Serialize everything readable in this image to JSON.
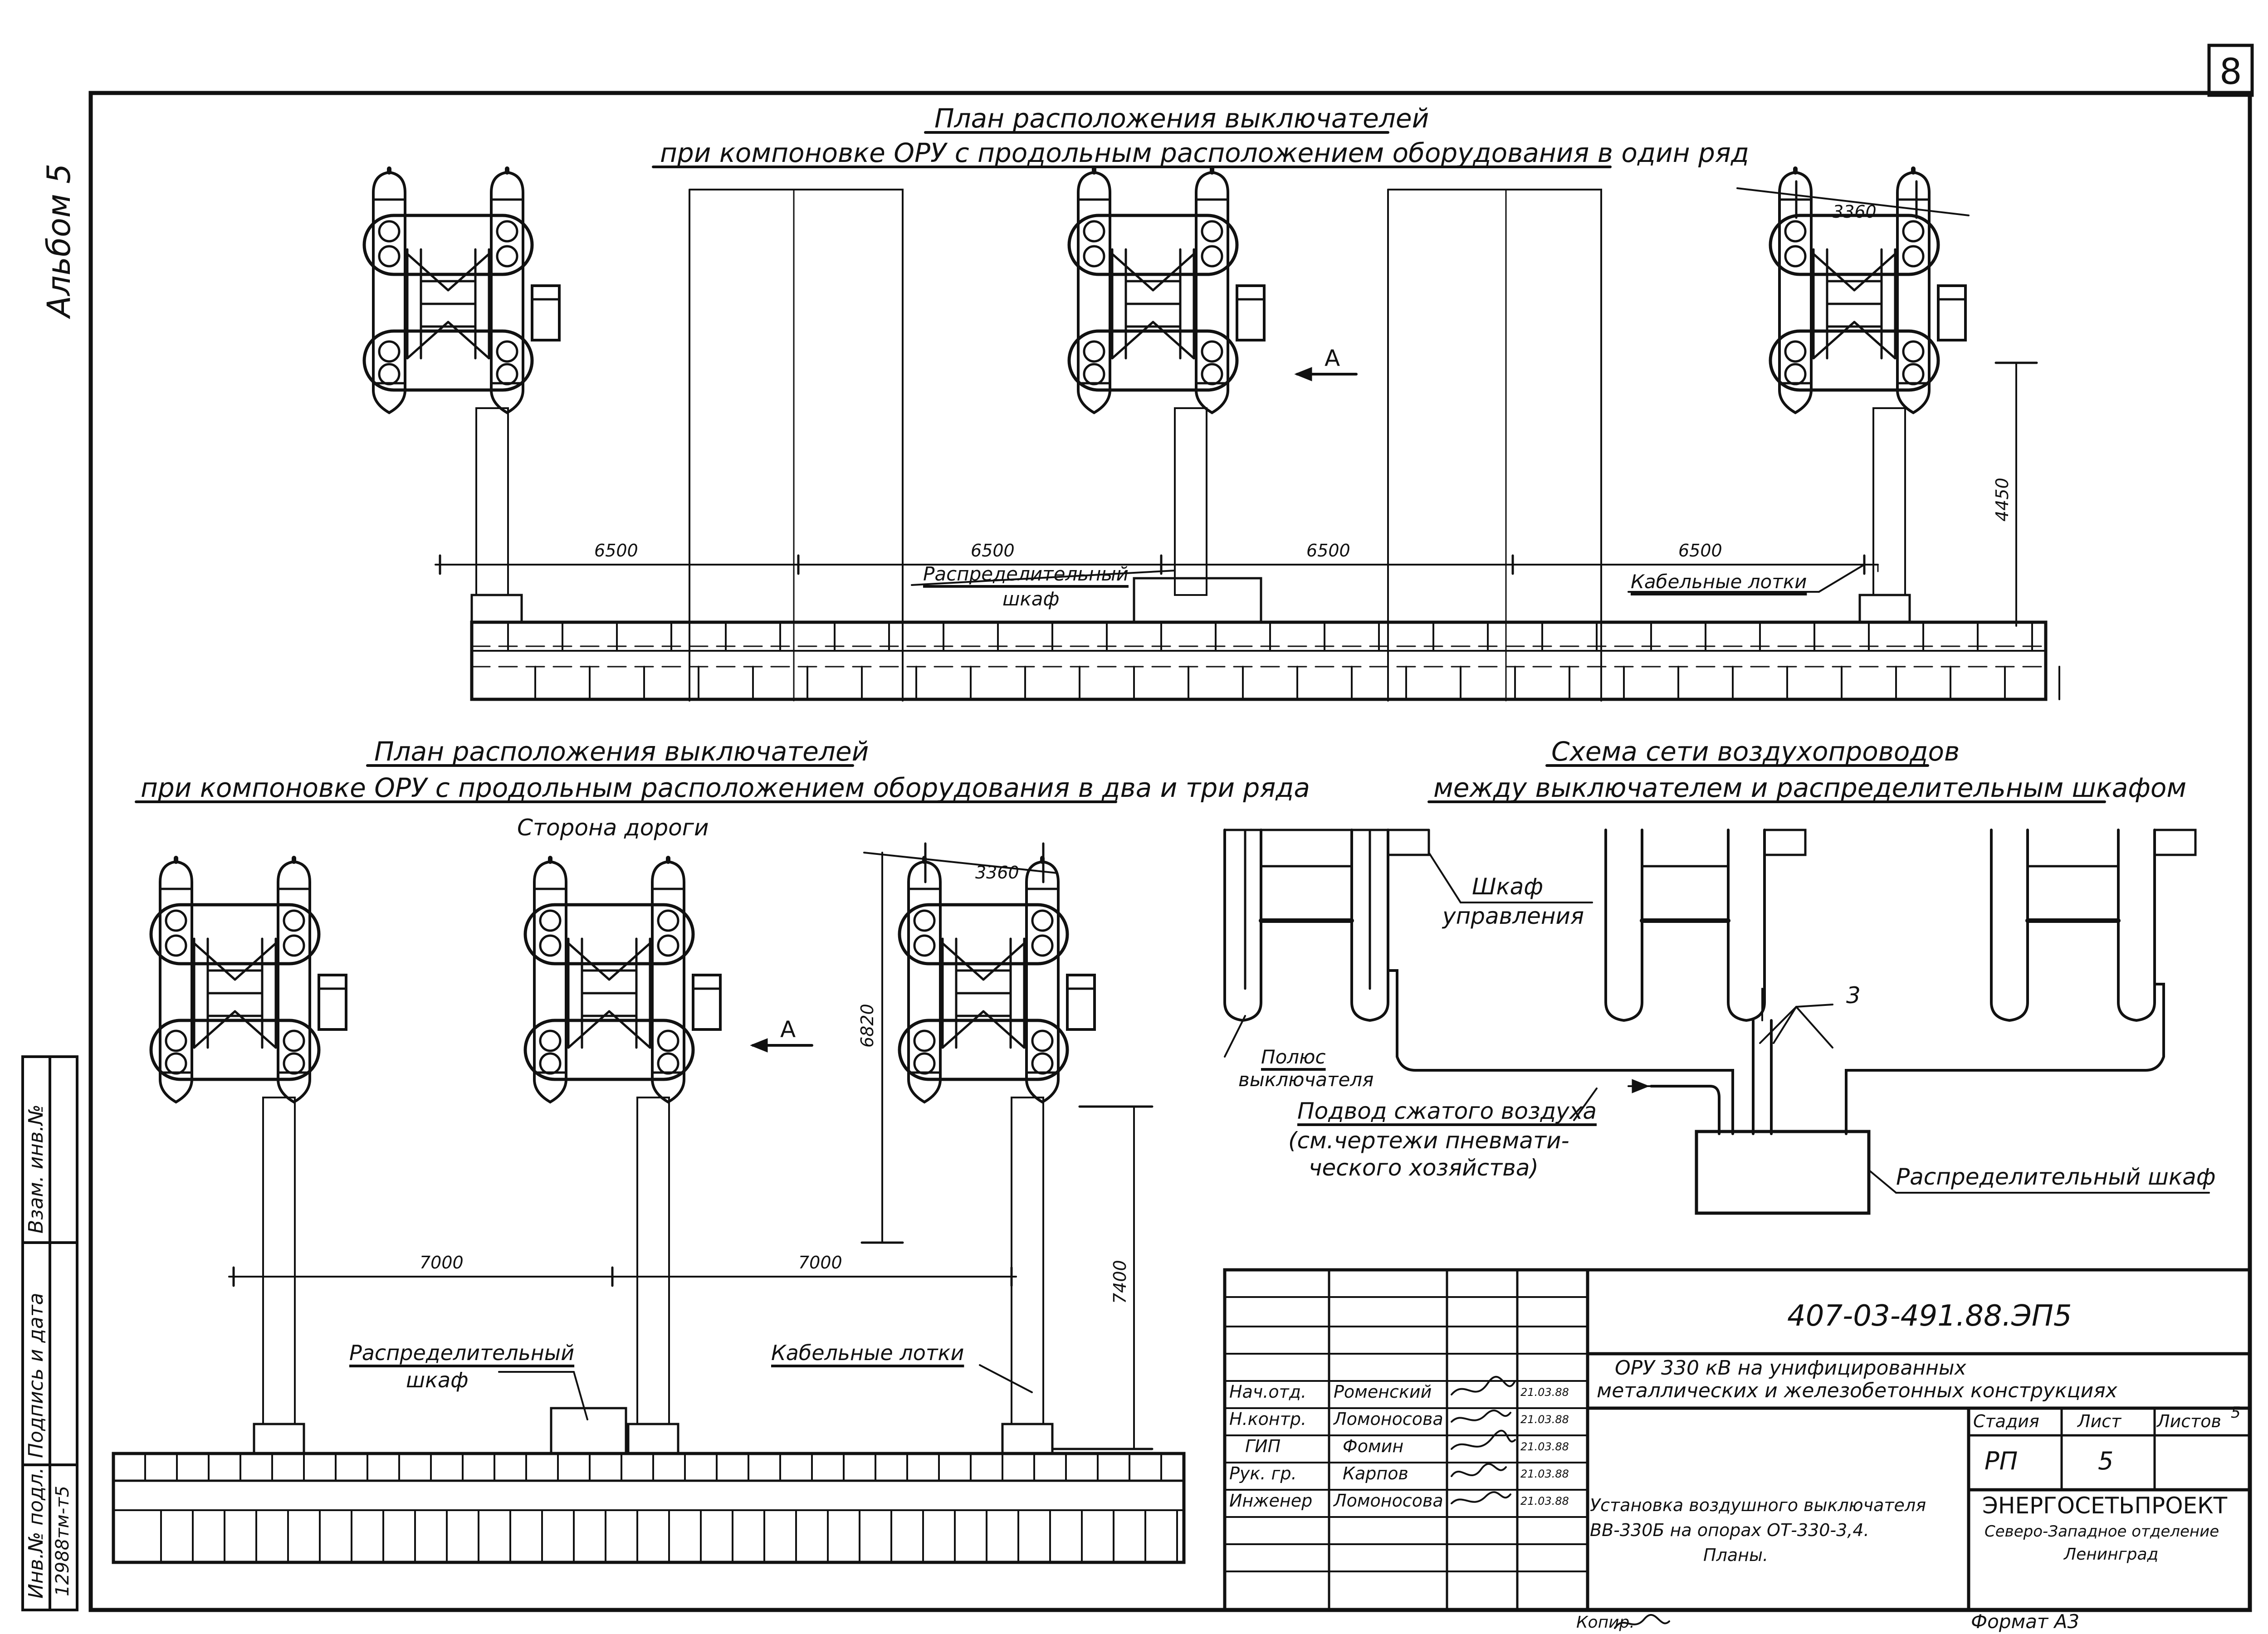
{
  "sheet_number": "8",
  "album_label": "Альбом 5",
  "top_plan": {
    "title_line1": "План расположения выключателей",
    "title_line2": "при компоновке ОРУ с продольным расположением оборудования в один ряд",
    "dim_spacing": [
      "6500",
      "6500",
      "6500",
      "6500"
    ],
    "dim_width": "3360",
    "dim_height": "4450",
    "view_marker": "А",
    "cabinet_label_line1": "Распределительный",
    "cabinet_label_line2": "шкаф",
    "trays_label": "Кабельные лотки"
  },
  "bottom_plan": {
    "title_line1": "План расположения выключателей",
    "title_line2": "при компоновке ОРУ с продольным расположением оборудования в два и три ряда",
    "road_side": "Сторона дороги",
    "dim_width": "3360",
    "dim_height": "6820",
    "dim_spacing": [
      "7000",
      "7000"
    ],
    "dim_total_height": "7400",
    "view_marker": "А",
    "cabinet_label_line1": "Распределительный",
    "cabinet_label_line2": "шкаф",
    "trays_label": "Кабельные лотки"
  },
  "air_scheme": {
    "title_line1": "Схема сети воздухопроводов",
    "title_line2": "между выключателем и распределительным шкафом",
    "control_cabinet_line1": "Шкаф",
    "control_cabinet_line2": "управления",
    "callout_number": "3",
    "pole_line1": "Полюс",
    "pole_line2": "выключателя",
    "air_supply_line1": "Подвод сжатого воздуха",
    "air_supply_line2": "(см.чертежи пневмати-",
    "air_supply_line3": "ческого хозяйства)",
    "dist_cabinet": "Распределительный шкаф"
  },
  "side_stamp": {
    "inv_orig": "Инв.№ подл.",
    "sign_date": "Подпись и дата",
    "inv_replace": "Взам. инв.№",
    "inv_value": "12988тм-т5"
  },
  "title_block": {
    "doc_code": "407-03-491.88.ЭП5",
    "project_line1": "ОРУ 330 кВ на унифицированных",
    "project_line2": "металлических и железобетонных конструкциях",
    "staff": [
      {
        "role": "Нач.отд.",
        "name": "Роменский",
        "date": "21.03.88"
      },
      {
        "role": "Н.контр.",
        "name": "Ломоносова",
        "date": "21.03.88"
      },
      {
        "role": "ГИП",
        "name": "Фомин",
        "date": "21.03.88"
      },
      {
        "role": "Рук. гр.",
        "name": "Карпов",
        "date": "21.03.88"
      },
      {
        "role": "Инженер",
        "name": "Ломоносова",
        "date": "21.03.88"
      }
    ],
    "stage_header": "Стадия",
    "sheet_header": "Лист",
    "sheets_header": "Листов",
    "sheets_total": "5",
    "stage_value": "РП",
    "sheet_value": "5",
    "drawing_line1": "Установка воздушного выключателя",
    "drawing_line2": "ВВ-330Б на опорах ОТ-330-3,4.",
    "drawing_line3": "Планы.",
    "org_line1": "ЭНЕРГОСЕТЬПРОЕКТ",
    "org_line2": "Северо-Западное отделение",
    "org_line3": "Ленинград",
    "copied": "Копир.",
    "format": "Формат А3"
  }
}
